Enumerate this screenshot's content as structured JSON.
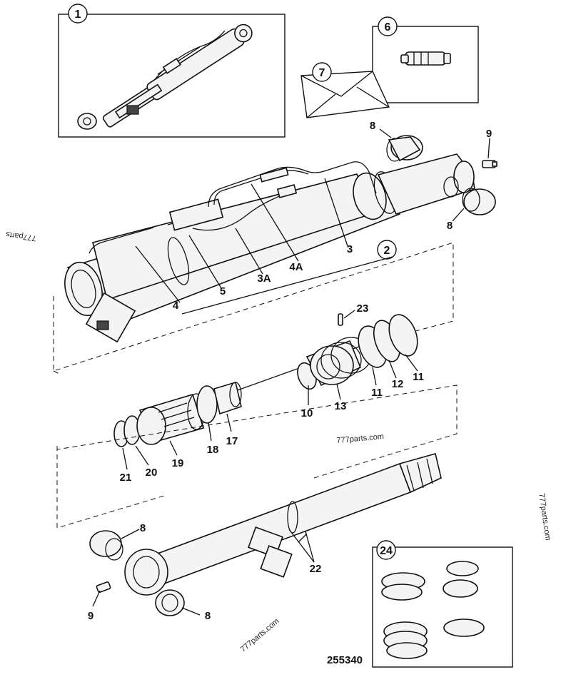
{
  "drawing_number": "255340",
  "watermarks": [
    "777parts",
    "777parts.com",
    "777parts.com",
    "777parts.com"
  ],
  "callouts": {
    "c1": "1",
    "c2": "2",
    "c6": "6",
    "c7": "7",
    "c24": "24"
  },
  "labels": {
    "l3": "3",
    "l3a": "3A",
    "l4": "4",
    "l4a": "4A",
    "l5": "5",
    "l8a": "8",
    "l8b": "8",
    "l8c": "8",
    "l8d": "8",
    "l9a": "9",
    "l9b": "9",
    "l10": "10",
    "l11a": "11",
    "l11b": "11",
    "l12": "12",
    "l13": "13",
    "l17": "17",
    "l18": "18",
    "l19": "19",
    "l20": "20",
    "l21": "21",
    "l22": "22",
    "l23": "23"
  }
}
